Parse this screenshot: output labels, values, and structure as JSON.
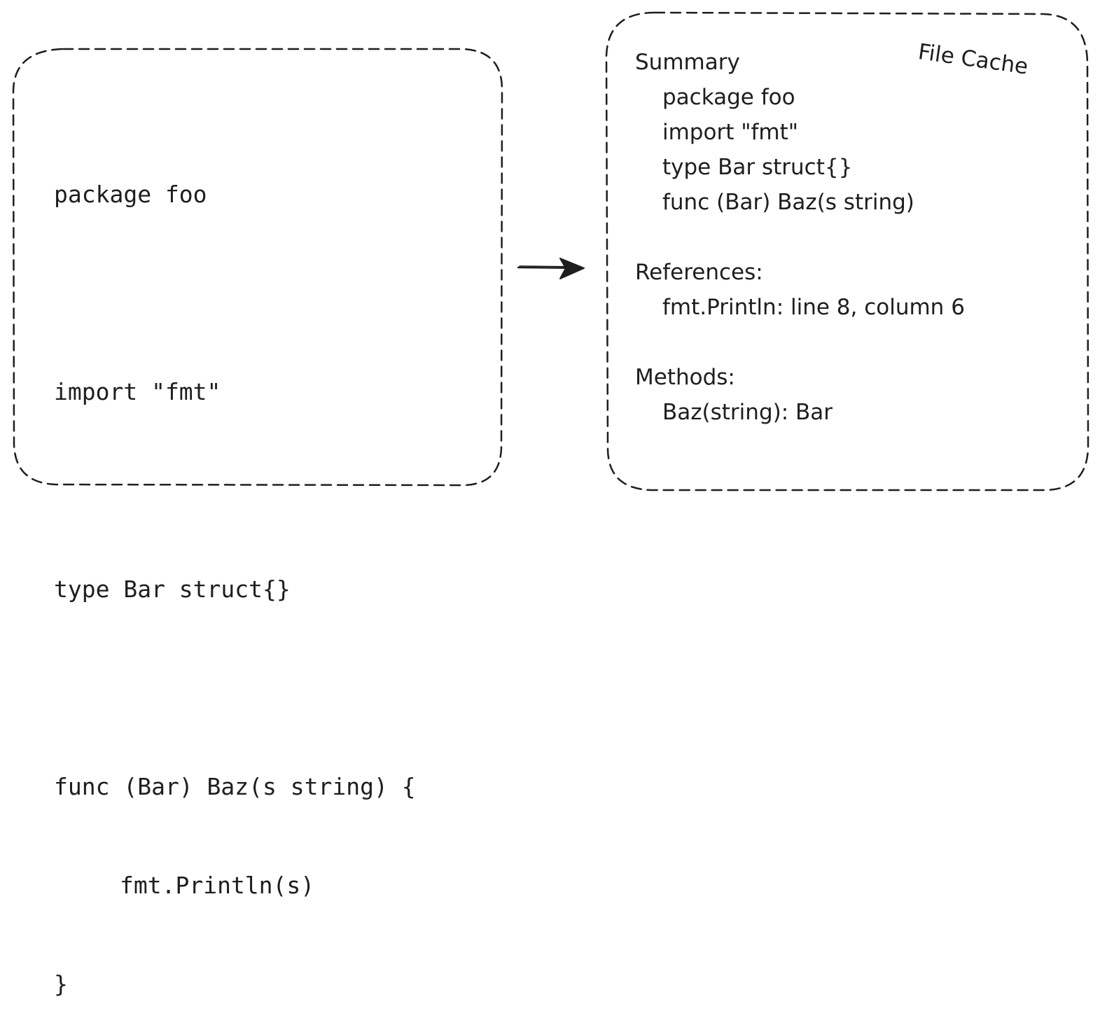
{
  "source_code": {
    "lines": [
      "package foo",
      "import \"fmt\"",
      "type Bar struct{}",
      "func (Bar) Baz(s string) {",
      "fmt.Println(s)",
      "}"
    ]
  },
  "file_cache": {
    "title": "File Cache",
    "summary": {
      "heading": "Summary",
      "items": [
        "package foo",
        "import \"fmt\"",
        "type Bar struct{}",
        "func (Bar) Baz(s string)"
      ]
    },
    "references": {
      "heading": "References:",
      "items": [
        "fmt.Println: line 8, column 6"
      ]
    },
    "methods": {
      "heading": "Methods:",
      "items": [
        "Baz(string): Bar"
      ]
    }
  },
  "colors": {
    "stroke": "#1e1e1e",
    "background": "#ffffff"
  }
}
